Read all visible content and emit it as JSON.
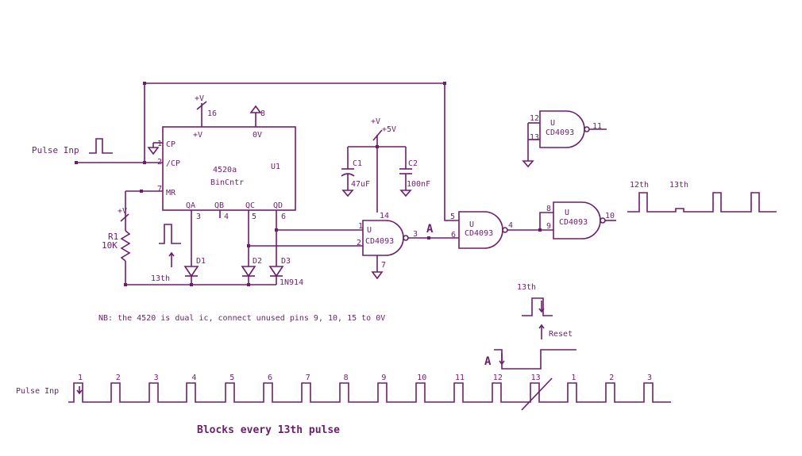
{
  "colors": {
    "ink": "#6b1f6b",
    "background": "#ffffff"
  },
  "top_circuit": {
    "pulse_input_label": "Pulse Inp",
    "counter": {
      "ref": "U1",
      "part": "4520a",
      "description": "BinCntr",
      "pins": {
        "cp": "CP",
        "ncp": "/CP",
        "mr": "MR",
        "vdd": "+V",
        "vss": "0V",
        "qa": "QA",
        "qb": "QB",
        "qc": "QC",
        "qd": "QD"
      },
      "pin_numbers": {
        "cp": "1",
        "ncp": "2",
        "mr": "7",
        "vdd": "16",
        "vss": "8",
        "qa": "3",
        "qb": "4",
        "qc": "5",
        "qd": "6"
      },
      "supply_label": "+V"
    },
    "r1": {
      "ref": "R1",
      "value": "10K",
      "supply": "+V"
    },
    "diodes": {
      "d1": "D1",
      "d2": "D2",
      "d3": "D3",
      "part": "1N914"
    },
    "mr_pulse_label": "13th",
    "caps": {
      "supply": "+V",
      "supply_value": "+5V",
      "c1": {
        "ref": "C1",
        "value": "47uF"
      },
      "c2": {
        "ref": "C2",
        "value": "100nF"
      }
    },
    "gate_a": {
      "u": "U",
      "part": "CD4093",
      "in1": "1",
      "in2": "2",
      "out": "3",
      "vdd": "14",
      "vss": "7"
    },
    "node_a": "A",
    "gate_b": {
      "u": "U",
      "part": "CD4093",
      "in1": "5",
      "in2": "6",
      "out": "4"
    },
    "gate_c": {
      "u": "U",
      "part": "CD4093",
      "in1": "8",
      "in2": "9",
      "out": "10"
    },
    "gate_d": {
      "u": "U",
      "part": "CD4093",
      "in1": "12",
      "in2": "13",
      "out": "11"
    },
    "output_waveform": {
      "label_12": "12th",
      "label_13": "13th"
    }
  },
  "note": "NB: the 4520 is dual ic, connect unused pins 9, 10, 15 to 0V",
  "timing": {
    "reset_label": "13th",
    "reset_text": "Reset",
    "node_label": "A",
    "pulse_label": "Pulse Inp",
    "pulse_numbers": [
      "1",
      "2",
      "3",
      "4",
      "5",
      "6",
      "7",
      "8",
      "9",
      "10",
      "11",
      "12",
      "13",
      "1",
      "2",
      "3"
    ]
  },
  "caption": "Blocks every 13th pulse"
}
